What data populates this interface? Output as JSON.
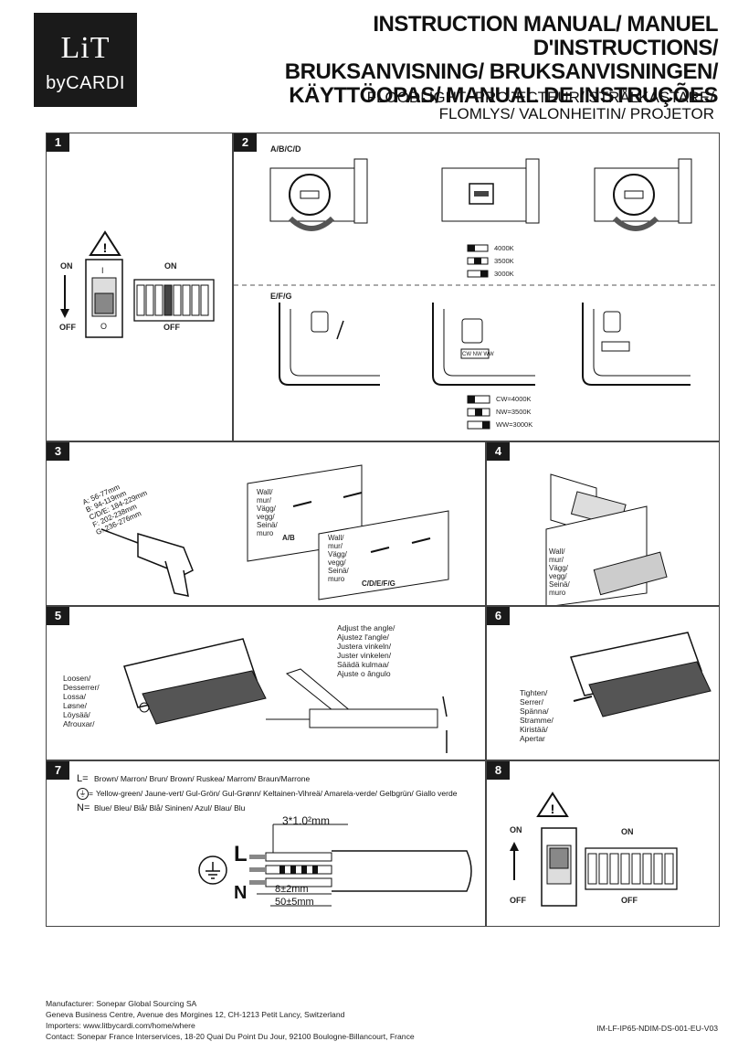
{
  "logo": {
    "lit": "LiT",
    "by": "byCARDI"
  },
  "header": {
    "title_lines": [
      "INSTRUCTION MANUAL/ MANUEL D'INSTRUCTIONS/",
      "BRUKSANVISNING/ BRUKSANVISNINGEN/",
      "KÄYTTÖOPAS/ MANUAL DE INSTRUÇÕES"
    ],
    "subtitle_lines": [
      "FLOODLIGHT/ PROJECTEUR/ STRÅLKASTARE/",
      "FLOMLYS/ VALONHEITIN/ PROJETOR"
    ]
  },
  "step1": {
    "num": "1",
    "on_left": "ON",
    "off_left": "OFF",
    "switch_i": "I",
    "switch_o": "O",
    "on_right": "ON",
    "off_right": "OFF"
  },
  "step2": {
    "num": "2",
    "group1": "A/B/C/D",
    "group2": "E/F/G",
    "cct1": [
      "4000K",
      "3500K",
      "3000K"
    ],
    "cct2": [
      "CW=4000K",
      "NW=3500K",
      "WW=3000K"
    ],
    "cw_nw_ww": "CW NW WW"
  },
  "step3": {
    "num": "3",
    "dims": [
      "A: 56-77mm",
      "B: 94-119mm",
      "C/D/E: 184-229mm",
      "F: 202-238mm",
      "G: 236-276mm"
    ],
    "wall_lines": [
      "Wall/",
      "mur/",
      "Vägg/",
      "vegg/",
      "Seinä/",
      "muro"
    ],
    "label_ab": "A/B",
    "label_cdefg": "C/D/E/F/G"
  },
  "step4": {
    "num": "4",
    "wall_lines": [
      "Wall/",
      "mur/",
      "Vägg/",
      "vegg/",
      "Seinä/",
      "muro"
    ]
  },
  "step5": {
    "num": "5",
    "loosen_lines": [
      "Loosen/",
      "Desserrer/",
      "Lossa/",
      "Løsne/",
      "Löysää/",
      "Afrouxar/"
    ],
    "adjust_lines": [
      "Adjust the angle/",
      "Ajustez l'angle/",
      "Justera vinkeln/",
      "Juster vinkelen/",
      "Säädä kulmaa/",
      "Ajuste o ângulo"
    ]
  },
  "step6": {
    "num": "6",
    "tighten_lines": [
      "Tighten/",
      "Serrer/",
      "Spänna/",
      "Stramme/",
      "Kiristää/",
      "Apertar"
    ]
  },
  "step7": {
    "num": "7",
    "L_label": "L=",
    "L_text": "Brown/ Marron/ Brun/ Brown/ Ruskea/ Marrom/ Braun/Marrone",
    "E_label": "=",
    "E_text": "Yellow-green/ Jaune-vert/ Gul-Grön/ Gul-Grønn/ Keltainen-Vihreä/ Amarela-verde/ Gelbgrün/ Giallo verde",
    "N_label": "N=",
    "N_text": "Blue/ Bleu/ Blå/ Blå/ Sininen/ Azul/ Blau/ Blu",
    "cable_spec": "3*1.0²mm",
    "L_letter": "L",
    "N_letter": "N",
    "strip_short": "8±2mm",
    "strip_long": "50±5mm"
  },
  "step8": {
    "num": "8",
    "on_left": "ON",
    "off_left": "OFF",
    "on_right": "ON",
    "off_right": "OFF"
  },
  "footer": {
    "lines": [
      "Manufacturer: Sonepar Global Sourcing SA",
      "Geneva Business Centre, Avenue des Morgines 12, CH-1213 Petit Lancy, Switzerland",
      "Importers: www.litbycardi.com/home/where",
      "Contact: Sonepar France Interservices, 18-20 Quai Du Point Du Jour, 92100 Boulogne-Billancourt, France"
    ],
    "code": "IM-LF-IP65-NDIM-DS-001-EU-V03"
  }
}
